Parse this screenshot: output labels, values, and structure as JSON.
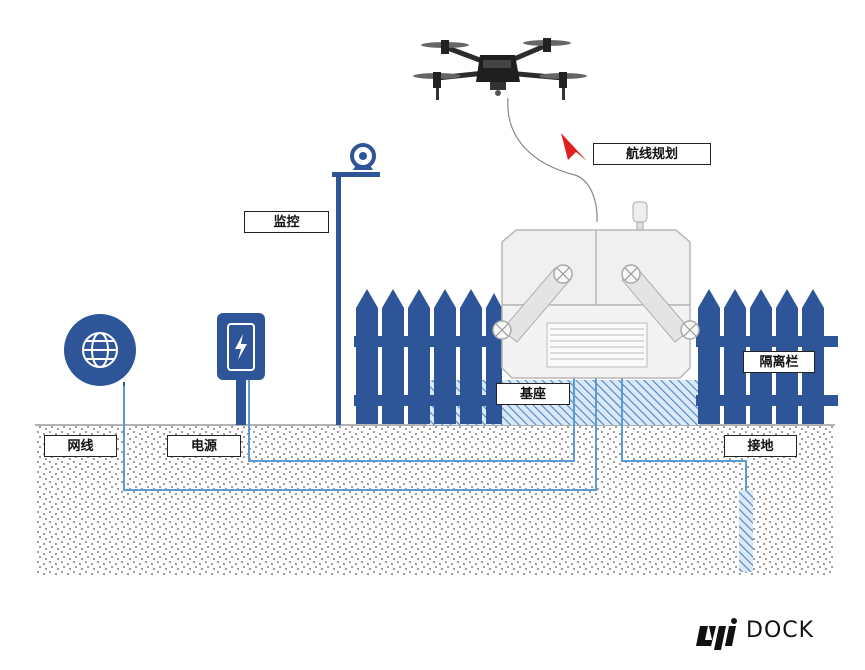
{
  "labels": {
    "route": "航线规划",
    "monitor": "监控",
    "fence": "隔离栏",
    "base": "基座",
    "network": "网线",
    "power": "电源",
    "ground": "接地"
  },
  "brand": {
    "logo": "dji",
    "product": "DOCK"
  },
  "colors": {
    "navy": "#2e5597",
    "cable": "#5b9bd5",
    "hatch": "#4a86c8",
    "dock": "#f0f0f0",
    "arrow": "#e02020"
  },
  "icons": [
    "drone-icon",
    "globe-icon",
    "lightning-icon",
    "camera-icon",
    "arrow-icon"
  ]
}
